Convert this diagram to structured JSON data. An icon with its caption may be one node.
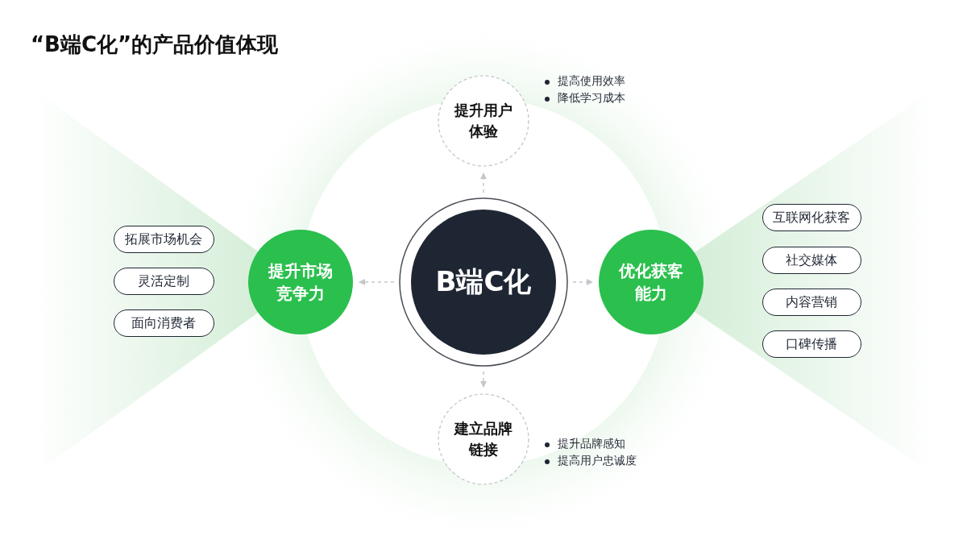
{
  "diagram": {
    "title": "“B端C化”的产品价值体现",
    "nodes": [
      {
        "text": [
          "B端C化"
        ]
      },
      {
        "text": [
          "提升用户体验"
        ],
        "beside": [
          "提高使用效率",
          "降低学习成本"
        ]
      },
      {
        "text": [
          "提升市场竞争力"
        ]
      },
      {
        "text": [
          "优化获客能力"
        ]
      },
      {
        "text": [
          "建立品牌链接"
        ],
        "beside": [
          "提升品牌感知",
          "提高用户忠诚度"
        ]
      },
      {
        "text": [
          "拓展市场机会"
        ]
      },
      {
        "text": [
          "灵活定制"
        ]
      },
      {
        "text": [
          "面向消费者"
        ]
      },
      {
        "text": [
          "互联网化获客"
        ]
      },
      {
        "text": [
          "社交媒体"
        ]
      },
      {
        "text": [
          "内容营销"
        ]
      },
      {
        "text": [
          "口碑传播"
        ]
      }
    ],
    "edges": [
      {
        "from": 0,
        "to": 1,
        "arrow": "to",
        "style": "dashed"
      },
      {
        "from": 0,
        "to": 2,
        "arrow": "to",
        "style": "dashed"
      },
      {
        "from": 0,
        "to": 3,
        "arrow": "to",
        "style": "dashed"
      },
      {
        "from": 0,
        "to": 4,
        "arrow": "to",
        "style": "dashed"
      }
    ]
  }
}
